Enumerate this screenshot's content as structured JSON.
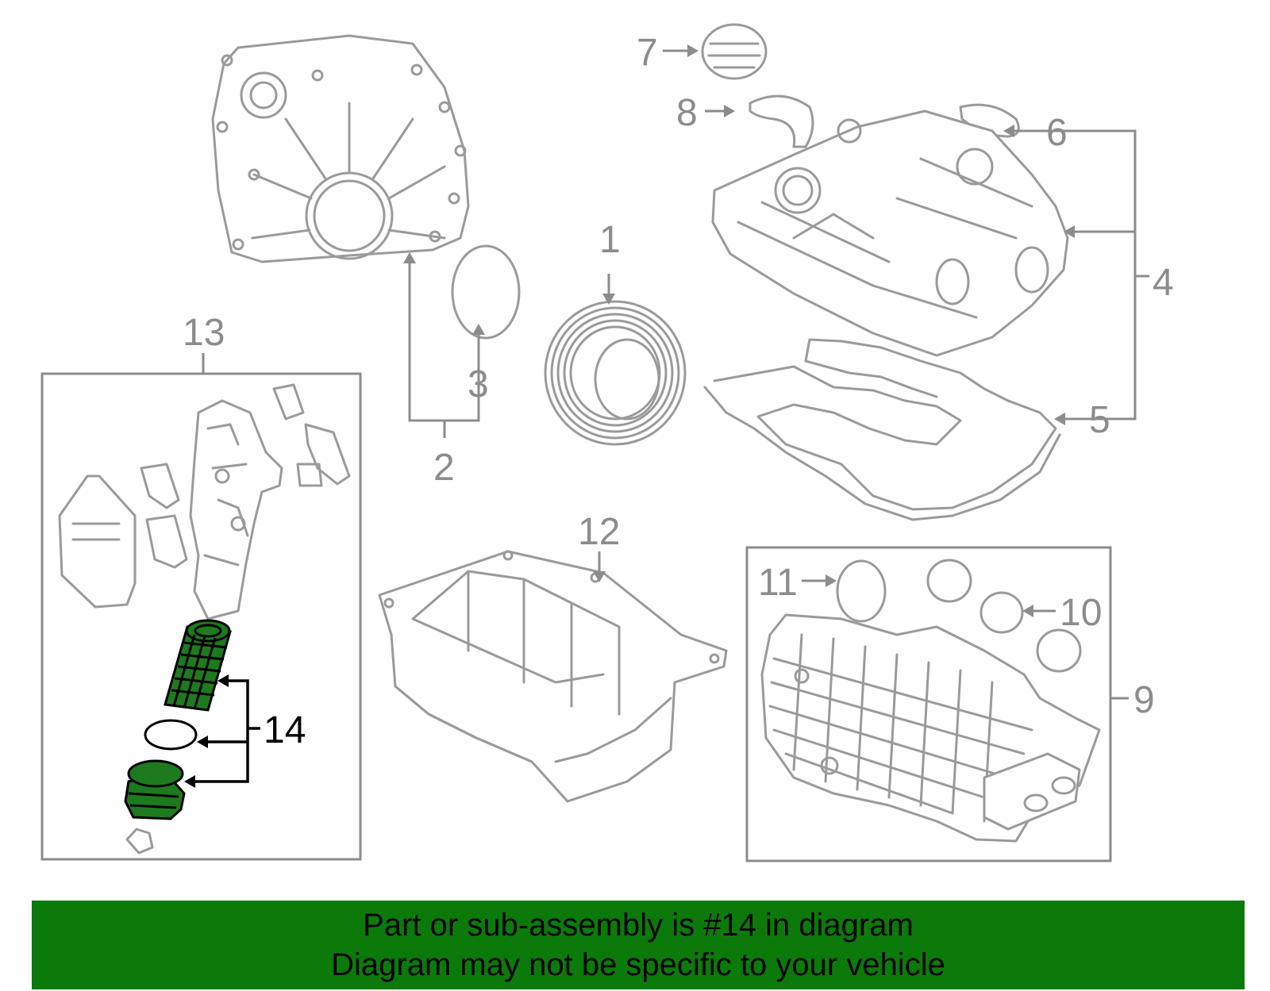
{
  "callouts": {
    "c1": "1",
    "c2": "2",
    "c3": "3",
    "c4": "4",
    "c5": "5",
    "c6": "6",
    "c7": "7",
    "c8": "8",
    "c9": "9",
    "c10": "10",
    "c11": "11",
    "c12": "12",
    "c13": "13",
    "c14": "14"
  },
  "highlight": {
    "part_number": "14",
    "color": "#1e7a1e"
  },
  "banner": {
    "line1": "Part or sub-assembly is #14 in diagram",
    "line2": "Diagram may not be specific to your vehicle",
    "background": "#0b7a0b"
  }
}
